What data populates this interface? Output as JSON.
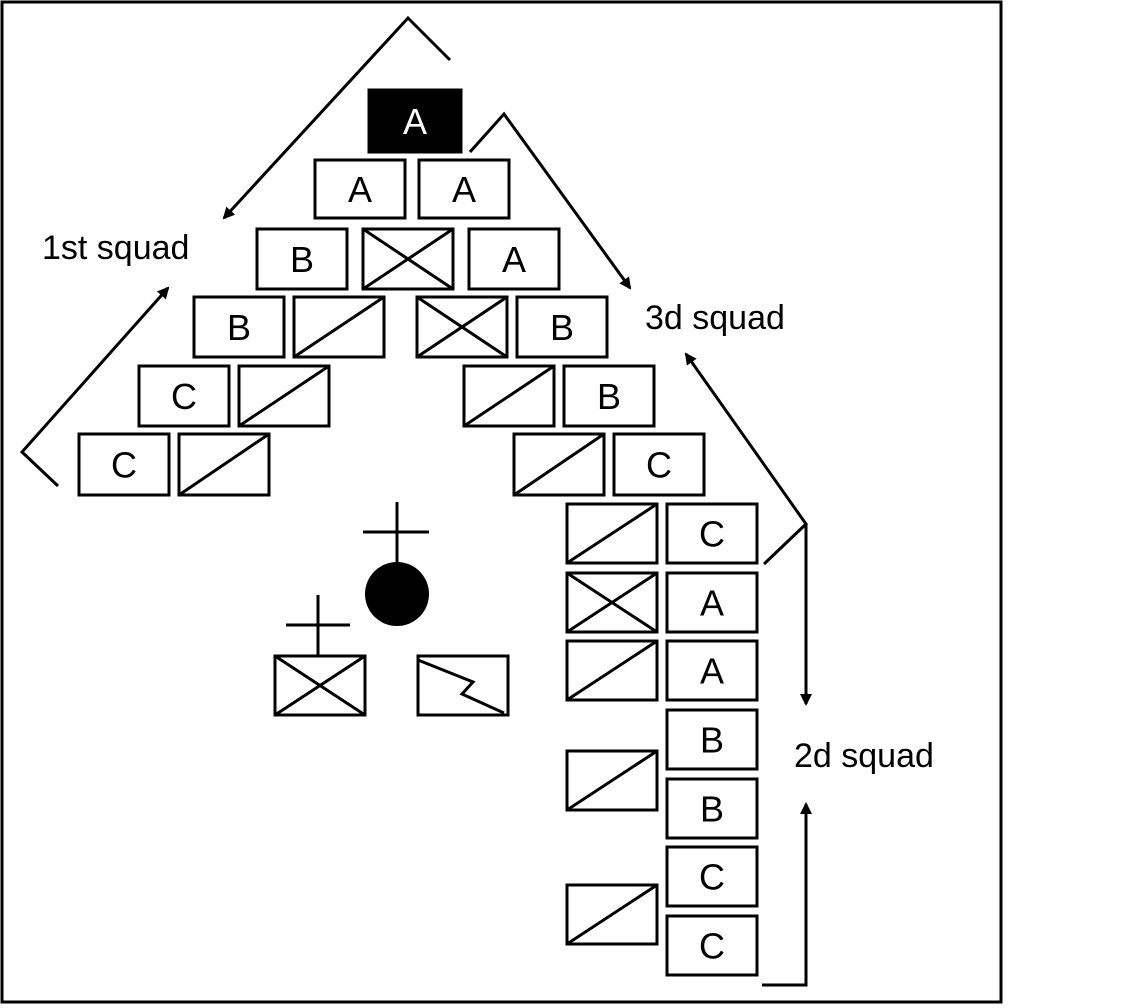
{
  "labels": {
    "first_squad": "1st squad",
    "second_squad": "2d squad",
    "third_squad": "3d squad"
  },
  "boxes": [
    {
      "kind": "letter",
      "text": "A",
      "filled": true
    },
    {
      "kind": "letter",
      "text": "A"
    },
    {
      "kind": "letter",
      "text": "A"
    },
    {
      "kind": "letter",
      "text": "B"
    },
    {
      "kind": "cross"
    },
    {
      "kind": "letter",
      "text": "A"
    },
    {
      "kind": "letter",
      "text": "B"
    },
    {
      "kind": "slash"
    },
    {
      "kind": "cross"
    },
    {
      "kind": "letter",
      "text": "B"
    },
    {
      "kind": "letter",
      "text": "C"
    },
    {
      "kind": "slash"
    },
    {
      "kind": "slash"
    },
    {
      "kind": "letter",
      "text": "B"
    },
    {
      "kind": "letter",
      "text": "C"
    },
    {
      "kind": "slash"
    },
    {
      "kind": "slash"
    },
    {
      "kind": "letter",
      "text": "C"
    },
    {
      "kind": "slash"
    },
    {
      "kind": "letter",
      "text": "C"
    },
    {
      "kind": "cross"
    },
    {
      "kind": "letter",
      "text": "A"
    },
    {
      "kind": "slash"
    },
    {
      "kind": "letter",
      "text": "A"
    },
    {
      "kind": "letter",
      "text": "B"
    },
    {
      "kind": "slash"
    },
    {
      "kind": "letter",
      "text": "B"
    },
    {
      "kind": "letter",
      "text": "C"
    },
    {
      "kind": "slash"
    },
    {
      "kind": "letter",
      "text": "C"
    },
    {
      "kind": "cross"
    },
    {
      "kind": "zigzag"
    }
  ]
}
